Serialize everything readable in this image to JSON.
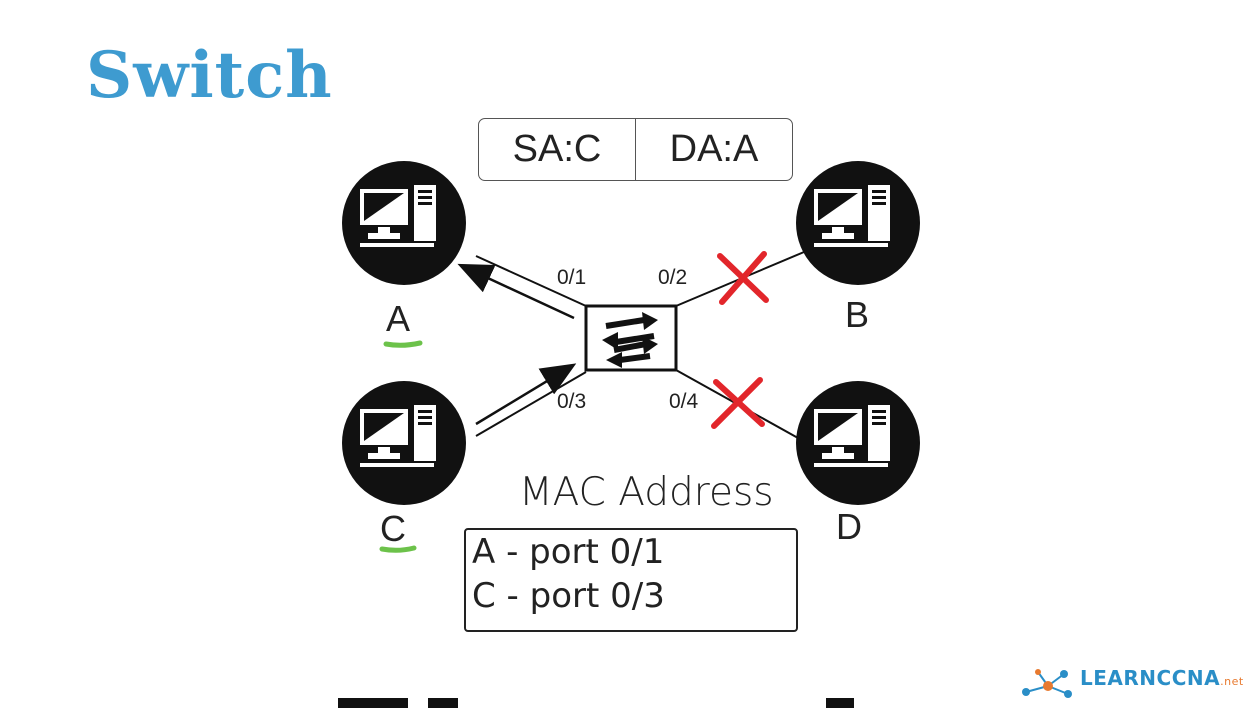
{
  "title": "Switch",
  "frame": {
    "source": "SA:C",
    "destination": "DA:A"
  },
  "hosts": {
    "a": "A",
    "b": "B",
    "c": "C",
    "d": "D"
  },
  "ports": {
    "p1": "0/1",
    "p2": "0/2",
    "p3": "0/3",
    "p4": "0/4"
  },
  "mac_table": {
    "title": "MAC Address",
    "rows": [
      "A - port 0/1",
      "C - port 0/3"
    ]
  },
  "logo": {
    "text": "LEARNCCNA",
    "suffix": ".net"
  },
  "colors": {
    "title": "#3e9bd0",
    "highlight": "#6cc24a",
    "blocked": "#e2262b",
    "logo": "#2a8ec7"
  }
}
